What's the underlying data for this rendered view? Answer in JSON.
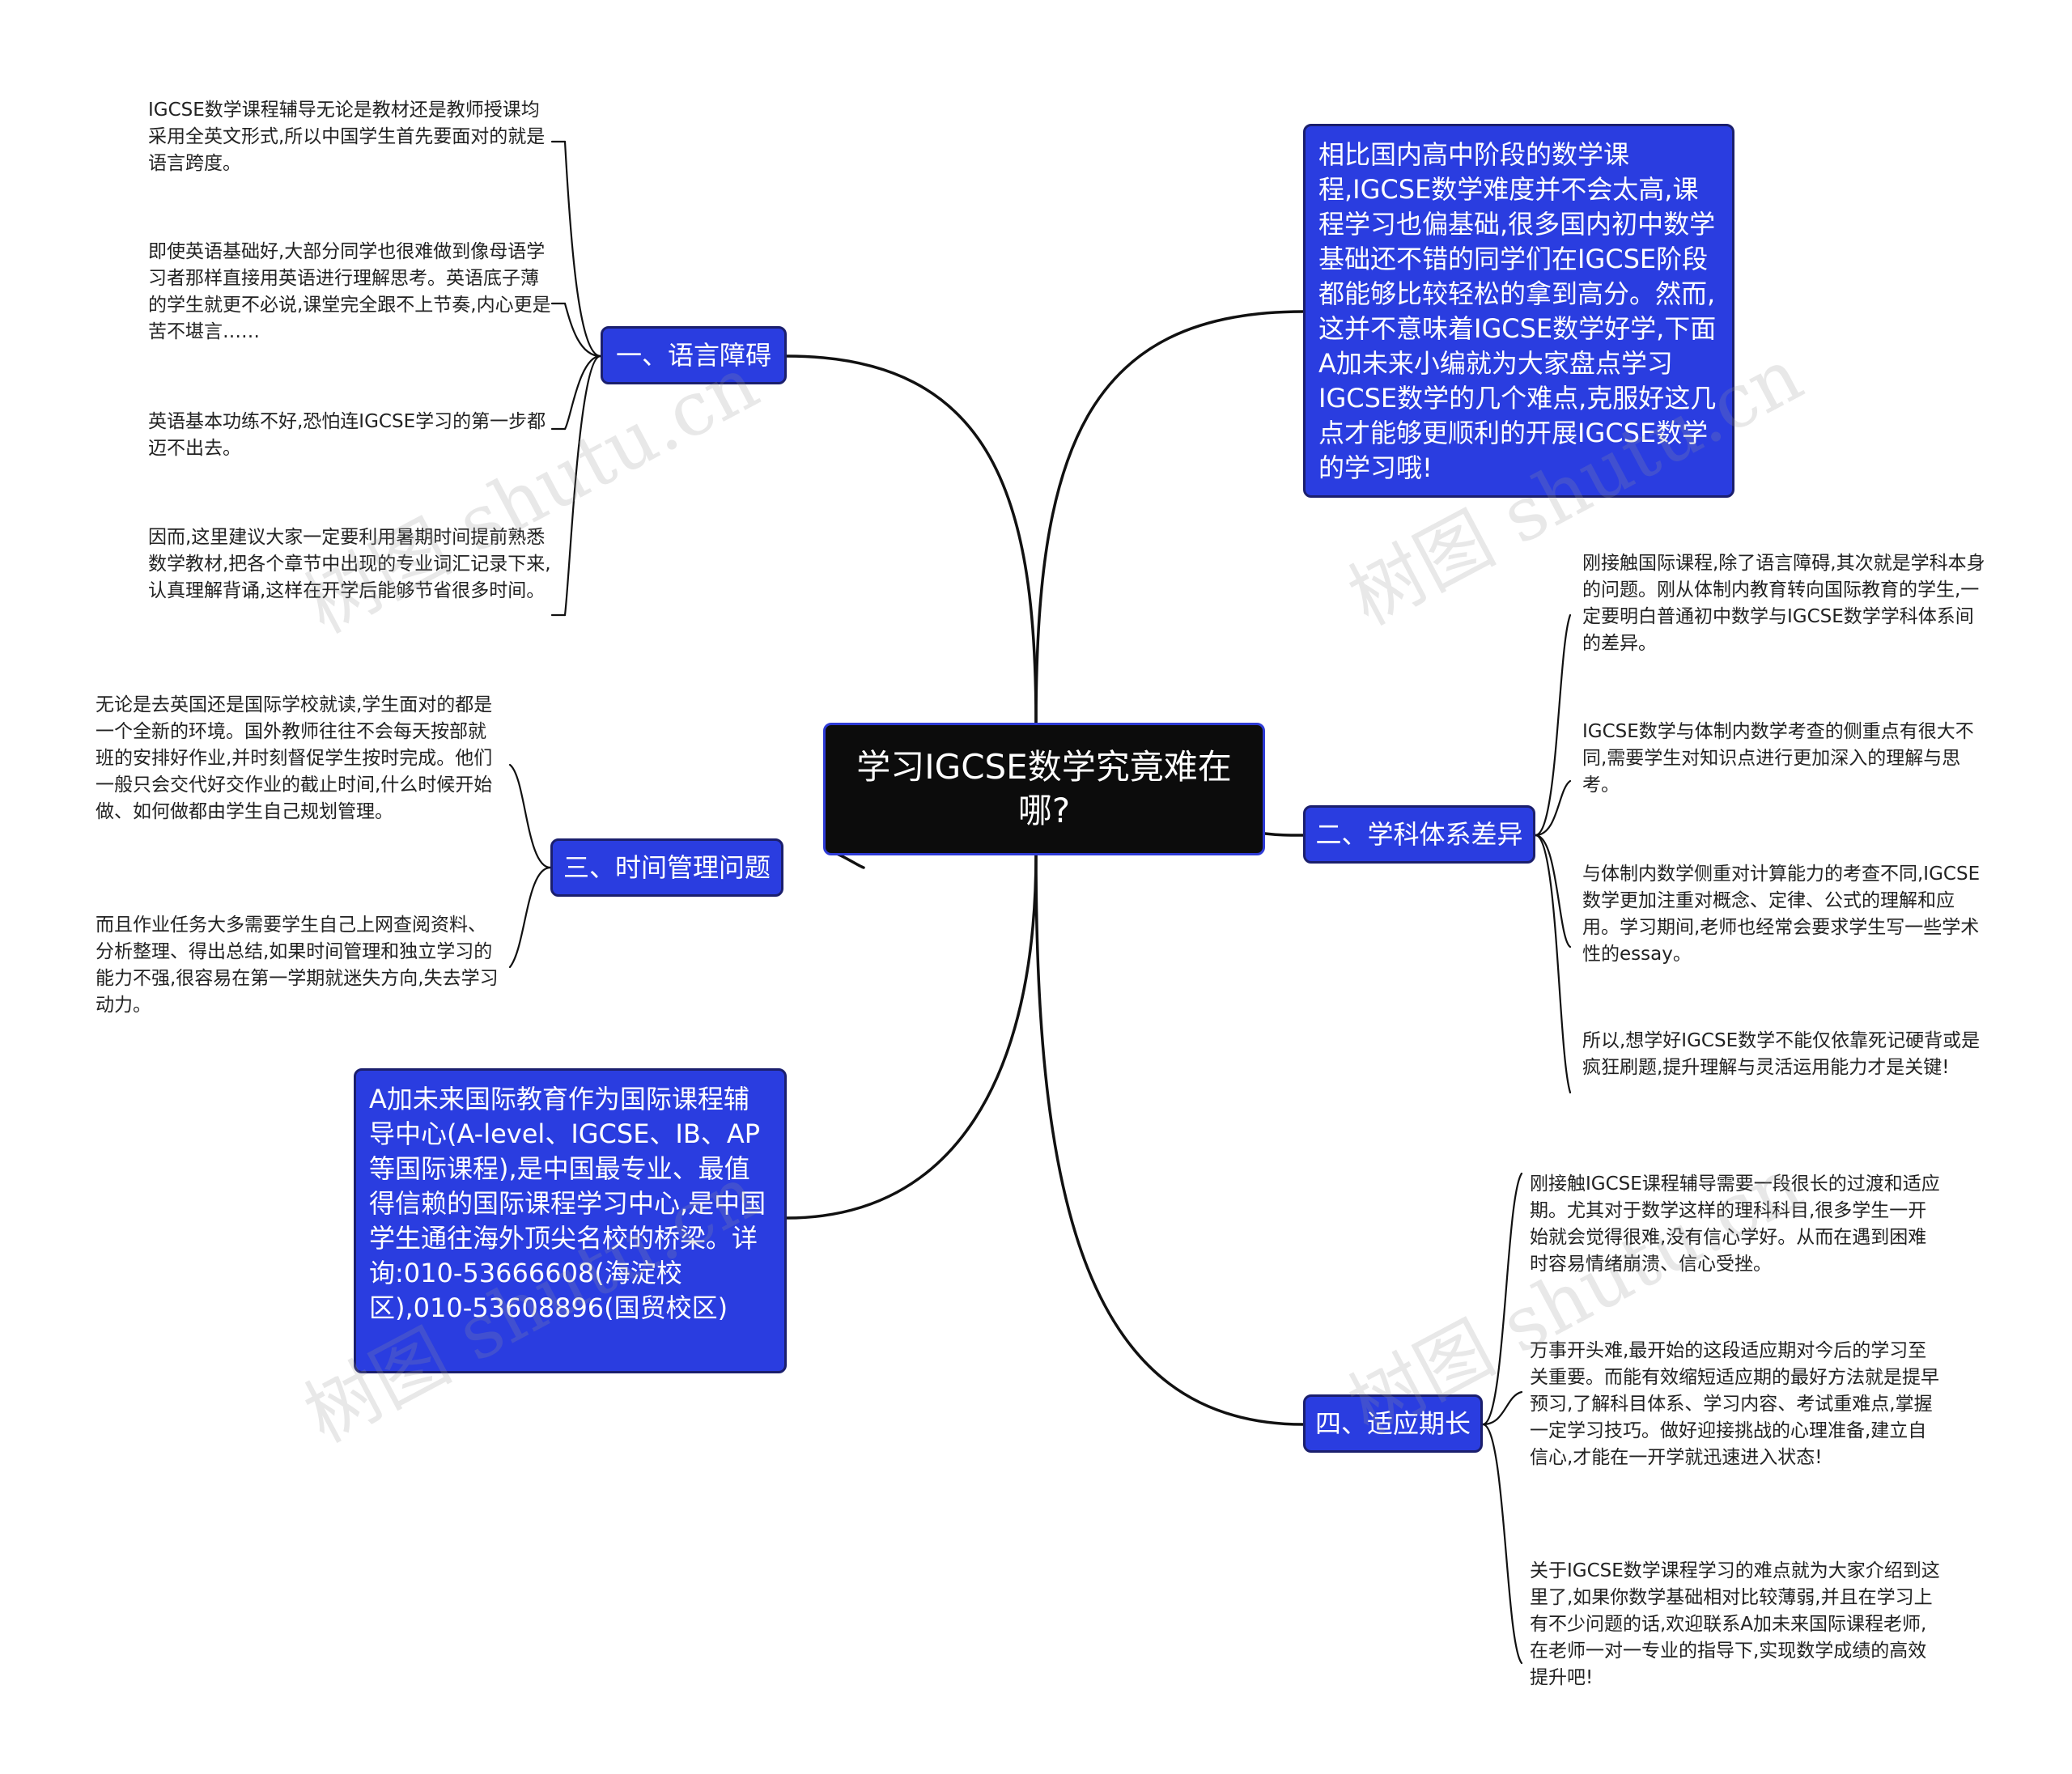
{
  "root": {
    "title": "学习IGCSE数学究竟难在哪?"
  },
  "branches": [
    {
      "label": "一、语言障碍"
    },
    {
      "label": "二、学科体系差异"
    },
    {
      "label": "三、时间管理问题"
    },
    {
      "label": "四、适应期长"
    }
  ],
  "intro": {
    "text": "相比国内高中阶段的数学课程,IGCSE数学难度并不会太高,课程学习也偏基础,很多国内初中数学基础还不错的同学们在IGCSE阶段都能够比较轻松的拿到高分。然而,这并不意味着IGCSE数学好学,下面A加未来小编就为大家盘点学习IGCSE数学的几个难点,克服好这几点才能够更顺利的开展IGCSE数学的学习哦!"
  },
  "ad": {
    "text": "A加未来国际教育作为国际课程辅导中心(A-level、IGCSE、IB、AP等国际课程),是中国最专业、最值得信赖的国际课程学习中心,是中国学生通往海外顶尖名校的桥梁。详询:010-53666608(海淀校区),010-53608896(国贸校区)"
  },
  "leaves": {
    "language": [
      "IGCSE数学课程辅导无论是教材还是教师授课均采用全英文形式,所以中国学生首先要面对的就是语言跨度。",
      "即使英语基础好,大部分同学也很难做到像母语学习者那样直接用英语进行理解思考。英语底子薄的学生就更不必说,课堂完全跟不上节奏,内心更是苦不堪言……",
      "英语基本功练不好,恐怕连IGCSE学习的第一步都迈不出去。",
      "因而,这里建议大家一定要利用暑期时间提前熟悉数学教材,把各个章节中出现的专业词汇记录下来,认真理解背诵,这样在开学后能够节省很多时间。"
    ],
    "subject": [
      "刚接触国际课程,除了语言障碍,其次就是学科本身的问题。刚从体制内教育转向国际教育的学生,一定要明白普通初中数学与IGCSE数学学科体系间的差异。",
      "IGCSE数学与体制内数学考查的侧重点有很大不同,需要学生对知识点进行更加深入的理解与思考。",
      "与体制内数学侧重对计算能力的考查不同,IGCSE数学更加注重对概念、定律、公式的理解和应用。学习期间,老师也经常会要求学生写一些学术性的essay。",
      "所以,想学好IGCSE数学不能仅依靠死记硬背或是疯狂刷题,提升理解与灵活运用能力才是关键!"
    ],
    "time": [
      "无论是去英国还是国际学校就读,学生面对的都是一个全新的环境。国外教师往往不会每天按部就班的安排好作业,并时刻督促学生按时完成。他们一般只会交代好交作业的截止时间,什么时候开始做、如何做都由学生自己规划管理。",
      "而且作业任务大多需要学生自己上网查阅资料、分析整理、得出总结,如果时间管理和独立学习的能力不强,很容易在第一学期就迷失方向,失去学习动力。"
    ],
    "adapt": [
      "刚接触IGCSE课程辅导需要一段很长的过渡和适应期。尤其对于数学这样的理科科目,很多学生一开始就会觉得很难,没有信心学好。从而在遇到困难时容易情绪崩溃、信心受挫。",
      "万事开头难,最开始的这段适应期对今后的学习至关重要。而能有效缩短适应期的最好方法就是提早预习,了解科目体系、学习内容、考试重难点,掌握一定学习技巧。做好迎接挑战的心理准备,建立自信心,才能在一开学就迅速进入状态!",
      "关于IGCSE数学课程学习的难点就为大家介绍到这里了,如果你数学基础相对比较薄弱,并且在学习上有不少问题的话,欢迎联系A加未来国际课程老师,在老师一对一专业的指导下,实现数学成绩的高效提升吧!"
    ]
  },
  "watermark": {
    "text": "树图 shutu.cn"
  },
  "colors": {
    "node_blue": "#2a3de0",
    "root_black": "#0c0c0c",
    "edge": "#111111"
  }
}
